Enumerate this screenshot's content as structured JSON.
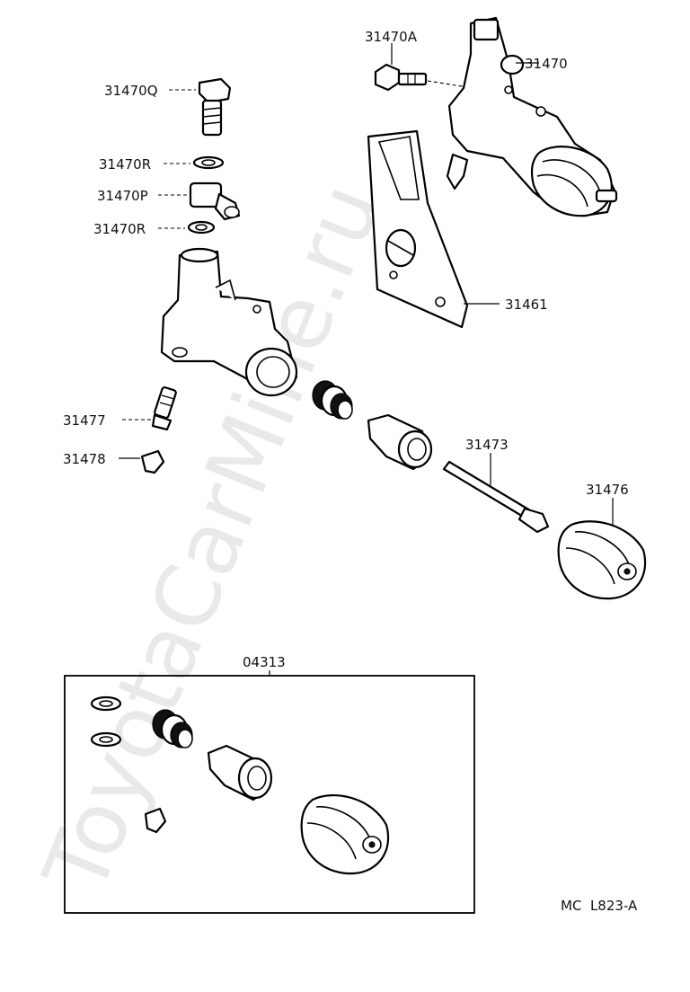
{
  "watermark": "ToyotaCarMine.ru",
  "drawing_code": "MC  L823-A",
  "parts": {
    "p31470A": "31470A",
    "p31470": "31470",
    "p31470Q": "31470Q",
    "p31470R_top": "31470R",
    "p31470P": "31470P",
    "p31470R_bottom": "31470R",
    "p31461": "31461",
    "p31477": "31477",
    "p31478": "31478",
    "p31473": "31473",
    "p31476": "31476",
    "p04313": "04313"
  }
}
